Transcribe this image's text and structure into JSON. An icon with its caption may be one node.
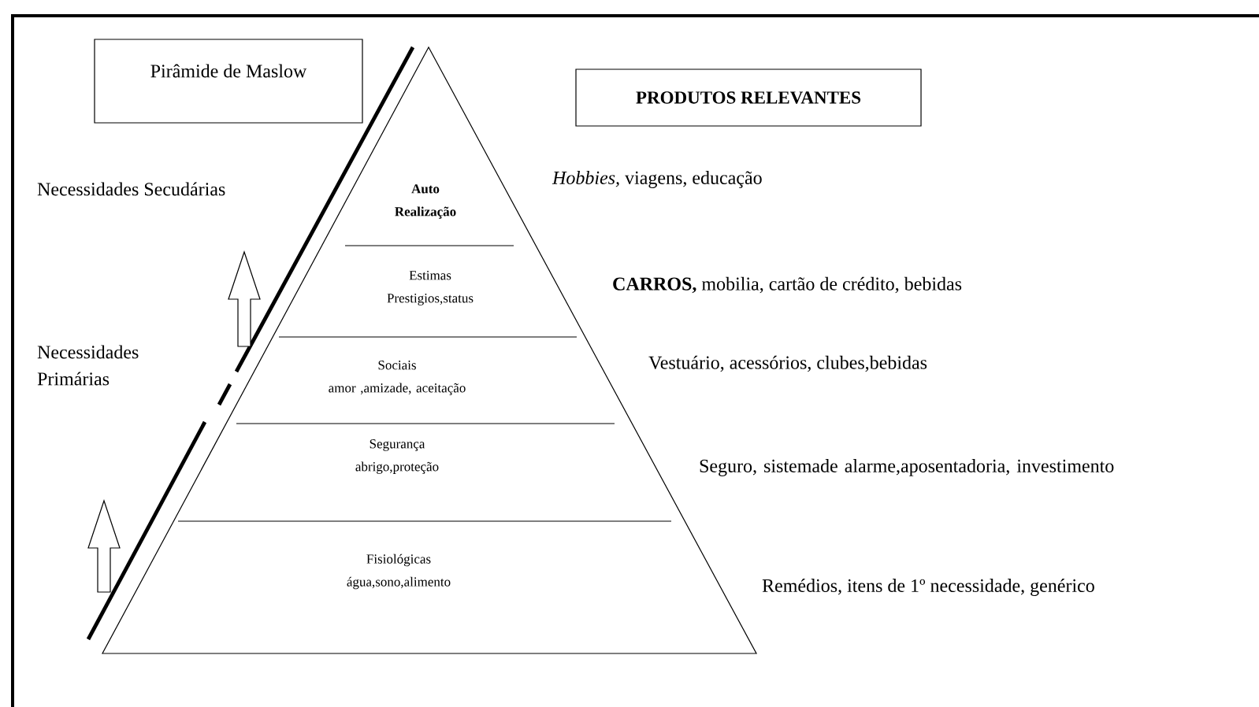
{
  "diagram": {
    "title": "Pirâmide de Maslow",
    "nodes": [
      {
        "text": [
          "Auto Realização"
        ]
      },
      {
        "text": [
          "Estimas",
          "Prestigios,status"
        ]
      },
      {
        "text": [
          "Sociais",
          "amor ,amizade, aceitação"
        ]
      },
      {
        "text": [
          "Segurança",
          "abrigo,proteção"
        ]
      },
      {
        "text": [
          "Fisiológicas",
          "água,sono,alimento"
        ]
      },
      {
        "text": [
          "PRODUTOS RELEVANTES"
        ]
      }
    ],
    "labels": [
      "Necessidades Secudárias",
      "*Hobbies,* viagens, educação",
      "**CARROS,** mobilia, cartão de crédito, bebidas",
      "Necessidades Primárias",
      "Vestuário, acessórios, clubes,bebidas",
      "Seguro, sistemade alarme,aposentadoria, investimento",
      "Remédios, itens de 1º necessidade, genérico"
    ]
  }
}
